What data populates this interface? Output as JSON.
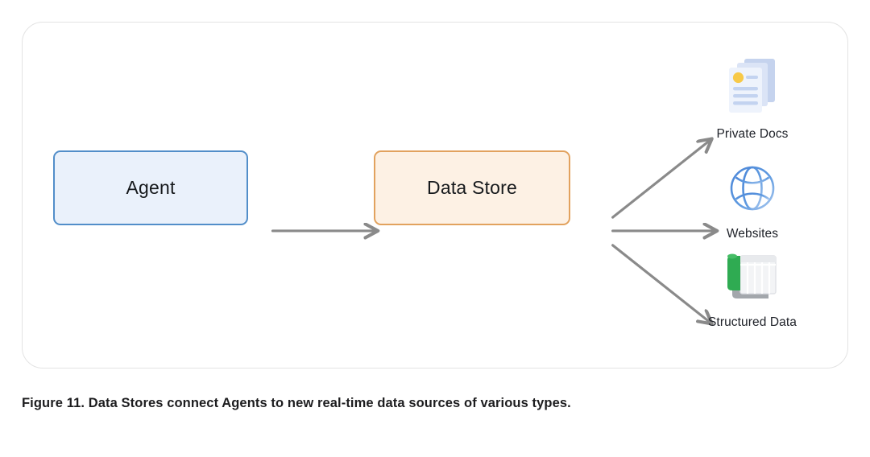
{
  "figure": {
    "caption": "Figure 11. Data Stores connect Agents to new real-time data sources of various types."
  },
  "diagram": {
    "nodes": [
      {
        "id": "agent",
        "label": "Agent",
        "fill": "#eaf1fb",
        "border": "#528ec9"
      },
      {
        "id": "data-store",
        "label": "Data Store",
        "fill": "#fdf1e4",
        "border": "#e2a25e"
      }
    ],
    "sources": [
      {
        "id": "private-docs",
        "label": "Private Docs",
        "icon": "documents-stack-icon"
      },
      {
        "id": "websites",
        "label": "Websites",
        "icon": "globe-icon"
      },
      {
        "id": "structured-data",
        "label": "Structured Data",
        "icon": "spreadsheet-roll-icon"
      }
    ],
    "arrows": [
      {
        "id": "agent-to-data-store",
        "from": "agent",
        "to": "data-store"
      },
      {
        "id": "data-store-to-private-docs",
        "from": "data-store",
        "to": "private-docs"
      },
      {
        "id": "data-store-to-websites",
        "from": "data-store",
        "to": "websites"
      },
      {
        "id": "data-store-to-structured-data",
        "from": "data-store",
        "to": "structured-data"
      }
    ],
    "arrow_color": "#8a8a8a"
  }
}
